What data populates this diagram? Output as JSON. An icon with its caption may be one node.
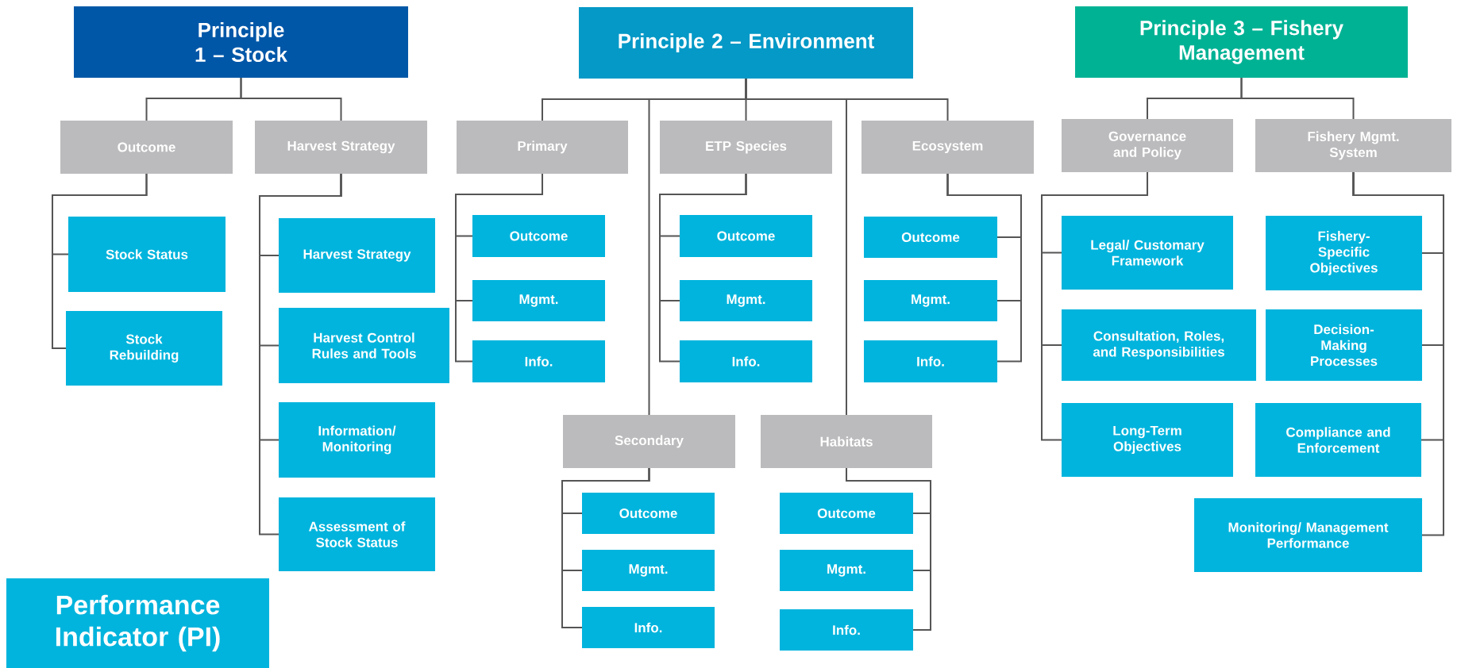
{
  "diagram": {
    "nodes": [
      {
        "text": [
          "Principle 1 – Stock"
        ]
      },
      {
        "text": [
          "Principle 2 – Environment"
        ]
      },
      {
        "text": [
          "Principle 3 – Fishery Management"
        ]
      },
      {
        "text": [
          "Outcome"
        ]
      },
      {
        "text": [
          "Harvest Strategy"
        ]
      },
      {
        "text": [
          "Stock Status"
        ]
      },
      {
        "text": [
          "Stock Rebuilding"
        ]
      },
      {
        "text": [
          "Harvest Strategy"
        ]
      },
      {
        "text": [
          "Harvest Control Rules and Tools"
        ]
      },
      {
        "text": [
          "Information/ Monitoring"
        ]
      },
      {
        "text": [
          "Assessment of Stock Status"
        ]
      },
      {
        "text": [
          "Primary"
        ]
      },
      {
        "text": [
          "ETP Species"
        ]
      },
      {
        "text": [
          "Ecosystem"
        ]
      },
      {
        "text": [
          "Secondary"
        ]
      },
      {
        "text": [
          "Habitats"
        ]
      },
      {
        "text": [
          "Outcome"
        ]
      },
      {
        "text": [
          "Mgmt."
        ]
      },
      {
        "text": [
          "Info."
        ]
      },
      {
        "text": [
          "Outcome"
        ]
      },
      {
        "text": [
          "Mgmt."
        ]
      },
      {
        "text": [
          "Info."
        ]
      },
      {
        "text": [
          "Outcome"
        ]
      },
      {
        "text": [
          "Mgmt."
        ]
      },
      {
        "text": [
          "Info."
        ]
      },
      {
        "text": [
          "Outcome"
        ]
      },
      {
        "text": [
          "Mgmt."
        ]
      },
      {
        "text": [
          "Info."
        ]
      },
      {
        "text": [
          "Outcome"
        ]
      },
      {
        "text": [
          "Mgmt."
        ]
      },
      {
        "text": [
          "Info."
        ]
      },
      {
        "text": [
          "Governance and Policy"
        ]
      },
      {
        "text": [
          "Fishery Mgmt. System"
        ]
      },
      {
        "text": [
          "Legal/ Customary Framework"
        ]
      },
      {
        "text": [
          "Consultation, Roles, and Responsibilities"
        ]
      },
      {
        "text": [
          "Long-Term Objectives"
        ]
      },
      {
        "text": [
          "Fishery-Specific Objectives"
        ]
      },
      {
        "text": [
          "Decision-Making Processes"
        ]
      },
      {
        "text": [
          "Compliance and Enforcement"
        ]
      },
      {
        "text": [
          "Monitoring/ Management Performance"
        ]
      },
      {
        "text": [
          "Performance Indicator (PI)"
        ]
      }
    ],
    "edges": [
      {
        "from": 0,
        "to": 3,
        "arrow": "none"
      },
      {
        "from": 0,
        "to": 4,
        "arrow": "none"
      },
      {
        "from": 3,
        "to": 5,
        "arrow": "none"
      },
      {
        "from": 3,
        "to": 6,
        "arrow": "none"
      },
      {
        "from": 4,
        "to": 7,
        "arrow": "none"
      },
      {
        "from": 4,
        "to": 8,
        "arrow": "none"
      },
      {
        "from": 4,
        "to": 9,
        "arrow": "none"
      },
      {
        "from": 4,
        "to": 10,
        "arrow": "none"
      },
      {
        "from": 1,
        "to": 11,
        "arrow": "none"
      },
      {
        "from": 1,
        "to": 12,
        "arrow": "none"
      },
      {
        "from": 1,
        "to": 13,
        "arrow": "none"
      },
      {
        "from": 1,
        "to": 14,
        "arrow": "none"
      },
      {
        "from": 1,
        "to": 15,
        "arrow": "none"
      },
      {
        "from": 11,
        "to": 16,
        "arrow": "none"
      },
      {
        "from": 11,
        "to": 17,
        "arrow": "none"
      },
      {
        "from": 11,
        "to": 18,
        "arrow": "none"
      },
      {
        "from": 12,
        "to": 19,
        "arrow": "none"
      },
      {
        "from": 12,
        "to": 20,
        "arrow": "none"
      },
      {
        "from": 12,
        "to": 21,
        "arrow": "none"
      },
      {
        "from": 13,
        "to": 22,
        "arrow": "none"
      },
      {
        "from": 13,
        "to": 23,
        "arrow": "none"
      },
      {
        "from": 13,
        "to": 24,
        "arrow": "none"
      },
      {
        "from": 14,
        "to": 25,
        "arrow": "none"
      },
      {
        "from": 14,
        "to": 26,
        "arrow": "none"
      },
      {
        "from": 14,
        "to": 27,
        "arrow": "none"
      },
      {
        "from": 15,
        "to": 28,
        "arrow": "none"
      },
      {
        "from": 15,
        "to": 29,
        "arrow": "none"
      },
      {
        "from": 15,
        "to": 30,
        "arrow": "none"
      },
      {
        "from": 2,
        "to": 31,
        "arrow": "none"
      },
      {
        "from": 2,
        "to": 32,
        "arrow": "none"
      },
      {
        "from": 31,
        "to": 33,
        "arrow": "none"
      },
      {
        "from": 31,
        "to": 34,
        "arrow": "none"
      },
      {
        "from": 31,
        "to": 35,
        "arrow": "none"
      },
      {
        "from": 32,
        "to": 36,
        "arrow": "none"
      },
      {
        "from": 32,
        "to": 37,
        "arrow": "none"
      },
      {
        "from": 32,
        "to": 38,
        "arrow": "none"
      },
      {
        "from": 32,
        "to": 39,
        "arrow": "none"
      }
    ]
  }
}
